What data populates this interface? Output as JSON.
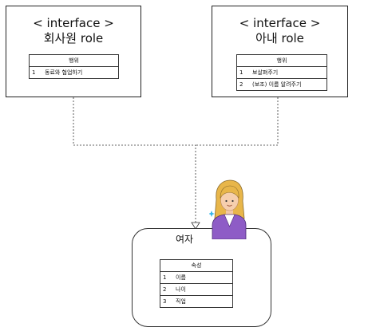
{
  "interfaces": [
    {
      "stereotype": "< interface >",
      "name": "회사원 role",
      "table_header": "행위",
      "rows": [
        {
          "no": "1",
          "text": "동료와 협업하기"
        }
      ]
    },
    {
      "stereotype": "< interface >",
      "name": "아내 role",
      "table_header": "행위",
      "rows": [
        {
          "no": "1",
          "text": "보살펴주기"
        },
        {
          "no": "2",
          "text": "(보조) 이름 알려주기"
        }
      ]
    }
  ],
  "woman": {
    "label": "여자",
    "table_header": "속성",
    "rows": [
      {
        "no": "1",
        "text": "이름"
      },
      {
        "no": "2",
        "text": "나이"
      },
      {
        "no": "3",
        "text": "직업"
      }
    ],
    "avatar_icon": "woman-avatar-icon"
  },
  "colors": {
    "line": "#333333",
    "avatar_shirt": "#8e5cc6",
    "avatar_hair": "#e8b64a",
    "sparkle": "#35b6e8"
  }
}
